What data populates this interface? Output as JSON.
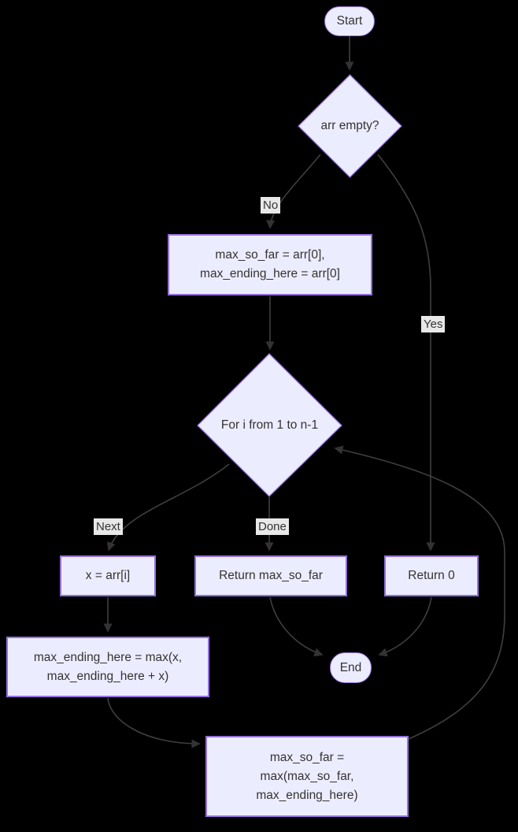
{
  "diagram": {
    "type": "flowchart",
    "nodes": {
      "start": {
        "label": "Start",
        "shape": "stadium"
      },
      "arr_empty": {
        "label": "arr empty?",
        "shape": "diamond"
      },
      "init_vars": {
        "shape": "rect",
        "lines": [
          "max_so_far = arr[0],",
          "max_ending_here = arr[0]"
        ]
      },
      "for_loop": {
        "label": "For i from 1 to n-1",
        "shape": "diamond"
      },
      "x_assign": {
        "label": "x = arr[i]",
        "shape": "rect"
      },
      "return_max": {
        "label": "Return max_so_far",
        "shape": "rect"
      },
      "return_zero": {
        "label": "Return 0",
        "shape": "rect"
      },
      "update_ending": {
        "shape": "rect",
        "lines": [
          "max_ending_here = max(x,",
          "max_ending_here + x)"
        ]
      },
      "update_so_far": {
        "shape": "rect",
        "lines": [
          "max_so_far =",
          "max(max_so_far,",
          "max_ending_here)"
        ]
      },
      "end": {
        "label": "End",
        "shape": "stadium"
      }
    },
    "edge_labels": {
      "no": "No",
      "yes": "Yes",
      "next": "Next",
      "done": "Done"
    },
    "connections": [
      {
        "from": "start",
        "to": "arr_empty",
        "label": ""
      },
      {
        "from": "arr_empty",
        "to": "init_vars",
        "label": "No"
      },
      {
        "from": "arr_empty",
        "to": "return_zero",
        "label": "Yes"
      },
      {
        "from": "init_vars",
        "to": "for_loop",
        "label": ""
      },
      {
        "from": "for_loop",
        "to": "x_assign",
        "label": "Next"
      },
      {
        "from": "for_loop",
        "to": "return_max",
        "label": "Done"
      },
      {
        "from": "x_assign",
        "to": "update_ending",
        "label": ""
      },
      {
        "from": "update_ending",
        "to": "update_so_far",
        "label": ""
      },
      {
        "from": "update_so_far",
        "to": "for_loop",
        "label": ""
      },
      {
        "from": "return_max",
        "to": "end",
        "label": ""
      },
      {
        "from": "return_zero",
        "to": "end",
        "label": ""
      }
    ],
    "colors": {
      "background": "#000000",
      "node_fill": "#ECECFF",
      "node_border": "#9370DB",
      "node_text": "#333333",
      "edge_stroke": "#3f3f3f",
      "arrowhead": "#333333",
      "edge_label_bg": "#e8e8e8"
    }
  }
}
